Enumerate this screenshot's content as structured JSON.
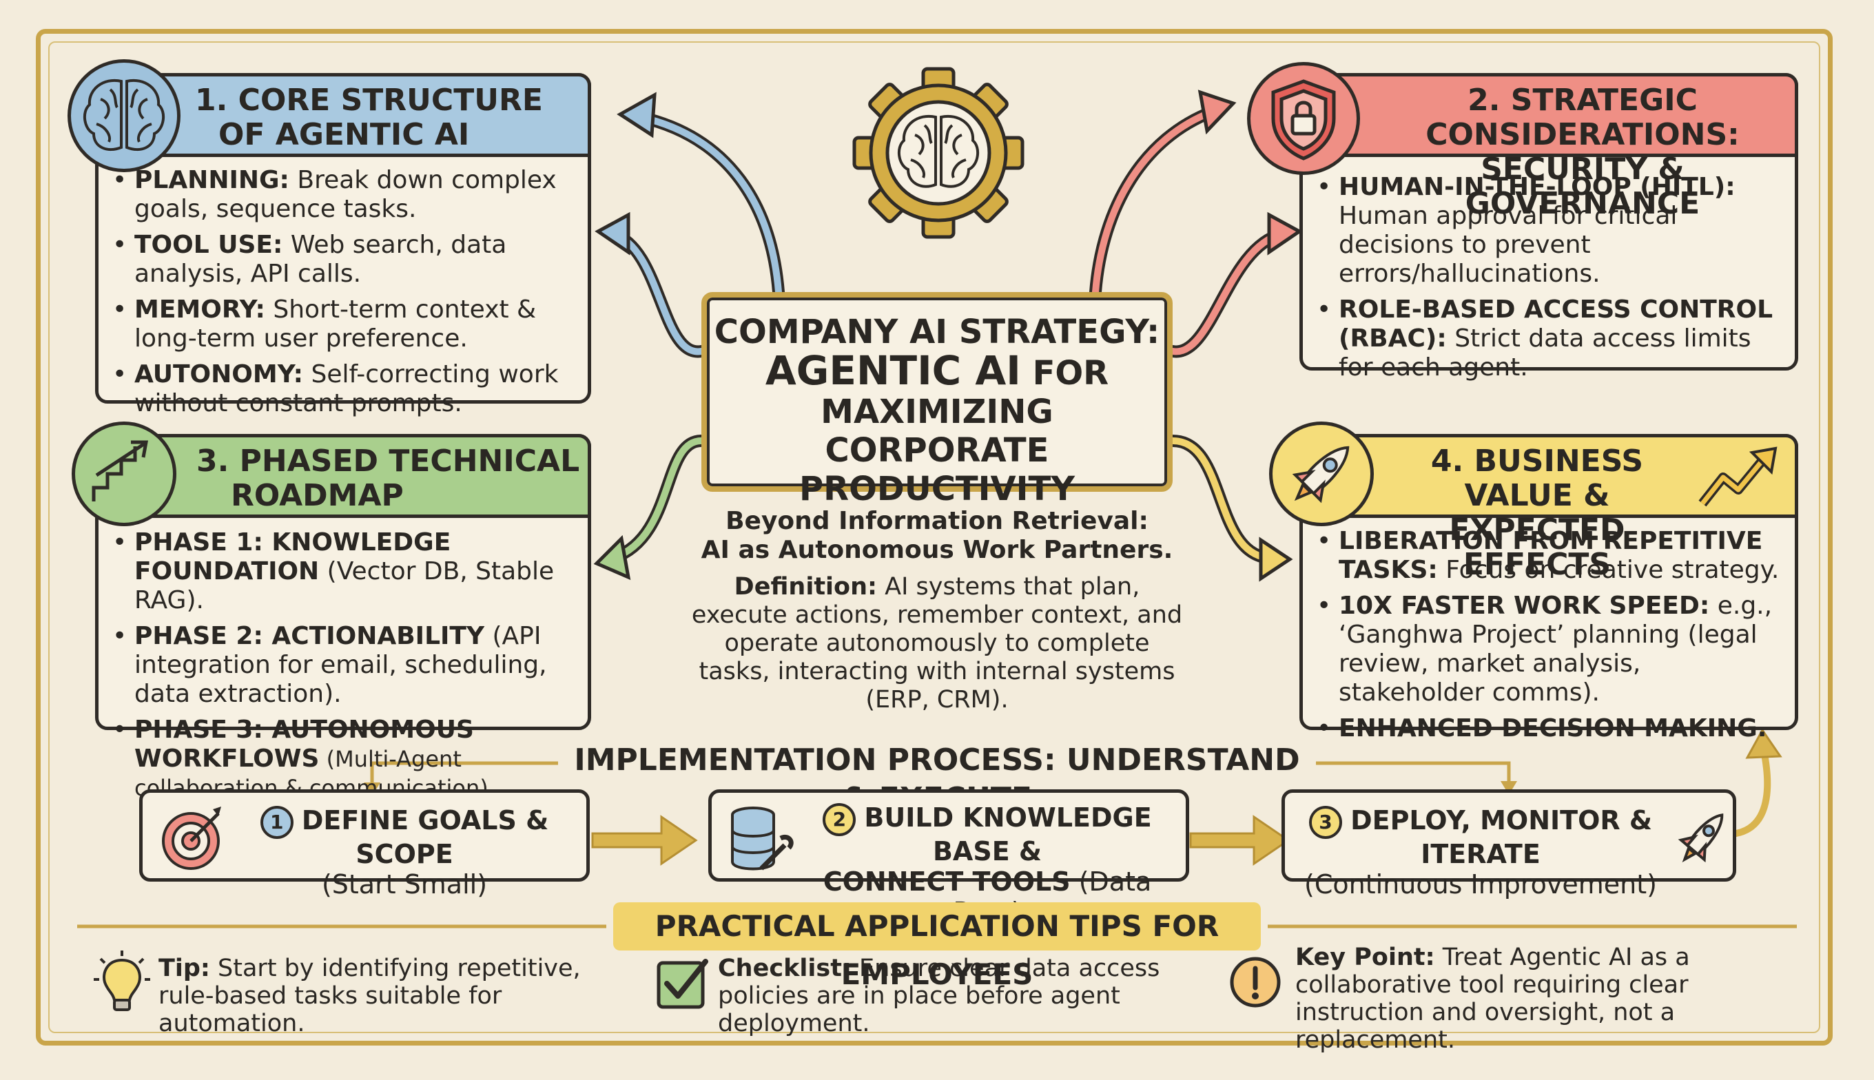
{
  "center": {
    "line1": "COMPANY AI STRATEGY:",
    "line2a": "AGENTIC AI",
    "line2b": " FOR",
    "line3": "MAXIMIZING CORPORATE",
    "line4": "PRODUCTIVITY",
    "sub1": "Beyond Information Retrieval:",
    "sub2": "AI as Autonomous Work Partners.",
    "def_label": "Definition:",
    "def_text": " AI systems that plan, execute actions, remember context, and operate autonomously to complete tasks, interacting with internal systems (ERP, CRM)."
  },
  "sections": {
    "core": {
      "title1": "1. CORE STRUCTURE",
      "title2": "OF AGENTIC AI",
      "items": [
        {
          "label": "PLANNING:",
          "text": " Break down complex goals, sequence tasks."
        },
        {
          "label": "TOOL USE:",
          "text": " Web search, data analysis, API calls."
        },
        {
          "label": "MEMORY:",
          "text": " Short-term context & long-term user preference."
        },
        {
          "label": "AUTONOMY:",
          "text": " Self-correcting work without constant prompts."
        }
      ]
    },
    "strategic": {
      "title1": "2. STRATEGIC CONSIDERATIONS:",
      "title2": "SECURITY & GOVERNANCE",
      "items": [
        {
          "label": "HUMAN-IN-THE-LOOP (HITL):",
          "text": " Human approval for critical decisions to prevent errors/hallucinations."
        },
        {
          "label": "ROLE-BASED ACCESS CONTROL (RBAC):",
          "text": " Strict data access limits for each agent."
        }
      ]
    },
    "roadmap": {
      "title1": "3. PHASED TECHNICAL",
      "title2": "ROADMAP",
      "items": [
        {
          "label": "PHASE 1: KNOWLEDGE FOUNDATION",
          "text": " (Vector DB, Stable RAG)."
        },
        {
          "label": "PHASE 2: ACTIONABILITY",
          "text": " (API integration for email, scheduling, data extraction)."
        },
        {
          "label": "PHASE 3: AUTONOMOUS WORKFLOWS",
          "text": " (Multi-Agent collaboration & communication)."
        }
      ]
    },
    "value": {
      "title1": "4. BUSINESS VALUE &",
      "title2": "EXPECTED EFFECTS",
      "items": [
        {
          "label": "LIBERATION FROM REPETITIVE TASKS:",
          "text": " Focus on creative strategy."
        },
        {
          "label": "10X FASTER WORK SPEED:",
          "text": " e.g., ‘Ganghwa Project’ planning (legal review, market analysis, stakeholder comms)."
        },
        {
          "label": "ENHANCED DECISION MAKING.",
          "text": ""
        }
      ]
    }
  },
  "process": {
    "title": "IMPLEMENTATION PROCESS: UNDERSTAND & EXECUTE",
    "steps": [
      {
        "num": "1",
        "label": "DEFINE GOALS & SCOPE",
        "sub": "(Start Small)"
      },
      {
        "num": "2",
        "label": "BUILD KNOWLEDGE BASE &",
        "label2": "CONNECT TOOLS",
        "sub": "(Data Prep)"
      },
      {
        "num": "3",
        "label": "DEPLOY, MONITOR & ITERATE",
        "sub": "(Continuous Improvement)"
      }
    ]
  },
  "tips": {
    "banner": "PRACTICAL APPLICATION TIPS FOR EMPLOYEES",
    "items": [
      {
        "label": "Tip:",
        "text": " Start by identifying repetitive, rule-based tasks suitable for automation."
      },
      {
        "label": "Checklist:",
        "text": " Ensure clear data access policies are in place before agent deployment."
      },
      {
        "label": "Key Point:",
        "text": " Treat Agentic AI as a collaborative tool requiring clear instruction and oversight, not a replacement."
      }
    ]
  },
  "icons": [
    "brain-gear-icon",
    "brain-icon",
    "shield-lock-icon",
    "stairs-arrow-icon",
    "rocket-icon",
    "trend-arrow-icon",
    "target-icon",
    "database-wrench-icon",
    "lightbulb-icon",
    "checkbox-icon",
    "exclamation-icon"
  ],
  "colors": {
    "gold": "#c9a54a",
    "blue": "#a9c9e0",
    "red": "#ef8f85",
    "green": "#a9cf8d",
    "yellow": "#f5dd7a",
    "ink": "#2f2b27",
    "paper": "#f3ecdc"
  }
}
